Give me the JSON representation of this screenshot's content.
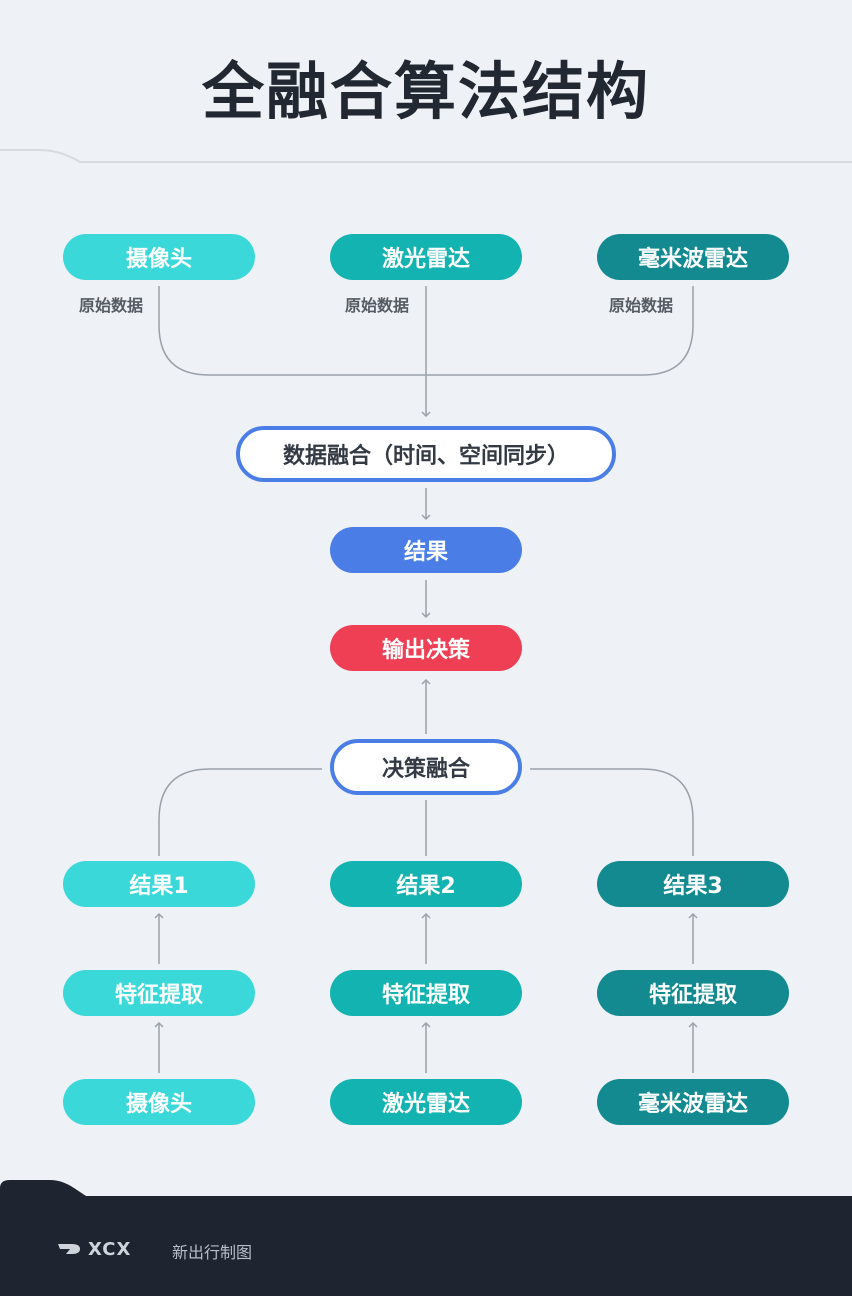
{
  "title": "全融合算法结构",
  "top_sensors": [
    {
      "label": "摄像头",
      "sub": "原始数据"
    },
    {
      "label": "激光雷达",
      "sub": "原始数据"
    },
    {
      "label": "毫米波雷达",
      "sub": "原始数据"
    }
  ],
  "data_fusion": "数据融合（时间、空间同步）",
  "result": "结果",
  "output_decision": "输出决策",
  "decision_fusion": "决策融合",
  "branches": [
    {
      "result": "结果1",
      "feature": "特征提取",
      "sensor": "摄像头"
    },
    {
      "result": "结果2",
      "feature": "特征提取",
      "sensor": "激光雷达"
    },
    {
      "result": "结果3",
      "feature": "特征提取",
      "sensor": "毫米波雷达"
    }
  ],
  "footer": {
    "logo": "XCX",
    "text": "新出行制图"
  },
  "colors": {
    "camera": "#3ad8d8",
    "lidar": "#12b3b0",
    "mmwave": "#128a90",
    "result": "#4a7ee6",
    "output": "#ee3f54",
    "footer_bg": "#1e2430"
  }
}
